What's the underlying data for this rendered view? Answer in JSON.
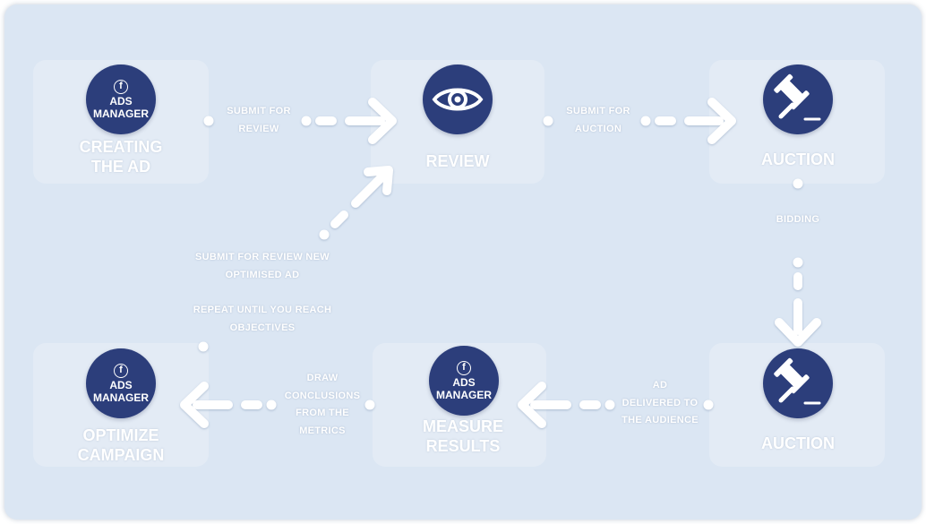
{
  "nodes": {
    "creating": {
      "icon": "ads-manager-icon",
      "icon_letter": "f",
      "icon_label": "ADS\nMANAGER",
      "title": "CREATING\nTHE AD"
    },
    "review": {
      "icon": "eye-icon",
      "title": "REVIEW"
    },
    "auction_top": {
      "icon": "gavel-icon",
      "title": "AUCTION"
    },
    "auction_bottom": {
      "icon": "gavel-icon",
      "title": "AUCTION"
    },
    "measure": {
      "icon": "ads-manager-icon",
      "icon_letter": "f",
      "icon_label": "ADS\nMANAGER",
      "title": "MEASURE\nRESULTS"
    },
    "optimize": {
      "icon": "ads-manager-icon",
      "icon_letter": "f",
      "icon_label": "ADS\nMANAGER",
      "title": "OPTIMIZE\nCAMPAIGN"
    }
  },
  "connectors": {
    "submit_review": "SUBMIT FOR\nREVIEW",
    "submit_auction": "SUBMIT FOR\nAUCTION",
    "bidding": "BIDDING",
    "delivered": "AD\nDELIVERED TO\nTHE AUDIENCE",
    "conclusions": "DRAW\nCONCLUSIONS\nFROM THE\nMETRICS",
    "submit_optimised": "SUBMIT FOR REVIEW NEW\nOPTIMISED AD",
    "repeat": "REPEAT UNTIL YOU REACH\nOBJECTIVES"
  },
  "colors": {
    "background": "#dbe6f3",
    "circle": "#2c3e7b",
    "text": "#ffffff"
  }
}
